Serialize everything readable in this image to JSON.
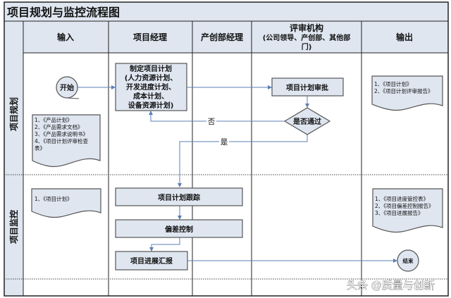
{
  "title": "项目规划与监控流程图",
  "columns": [
    "输入",
    "项目经理",
    "产创部经理"
  ],
  "review_column": {
    "line1": "评审机构",
    "line2": "(公司领导、产创部、其他部",
    "line3": "门)"
  },
  "output_column": "输出",
  "lanes": [
    "项目规划",
    "项目监控"
  ],
  "nodes": {
    "start": "开始",
    "make_plan": [
      "制定项目计划",
      "(人力资源计划、",
      "开发进度计划、",
      "成本计划、",
      "设备资源计划)"
    ],
    "approve": "项目计划审批",
    "decision": "是否通过",
    "no": "否",
    "yes": "是",
    "track": "项目计划跟踪",
    "deviation": "偏差控制",
    "report": "项目进展汇报",
    "end": "结束"
  },
  "docs": {
    "plan_inputs": [
      "1、《产品计划》",
      "2、《产品需求文档》",
      "3、《产品需求说明书》",
      "4、《项目计划评审检查",
      "表》"
    ],
    "plan_outputs": [
      "1、《项目计划》",
      "2、《项目计划评审报告》"
    ],
    "monitor_inputs": [
      "1、《项目计划》"
    ],
    "monitor_outputs": [
      "1、《项目进度管控表》",
      "2、《项目偏差控制报告》",
      "3、《项目进展报告》"
    ]
  },
  "watermark": "头条 @质量与创新",
  "colors": {
    "header_bg": "#dfe6f0",
    "box_fill": "#dfe6f0",
    "connector": "#5b7fb5"
  }
}
